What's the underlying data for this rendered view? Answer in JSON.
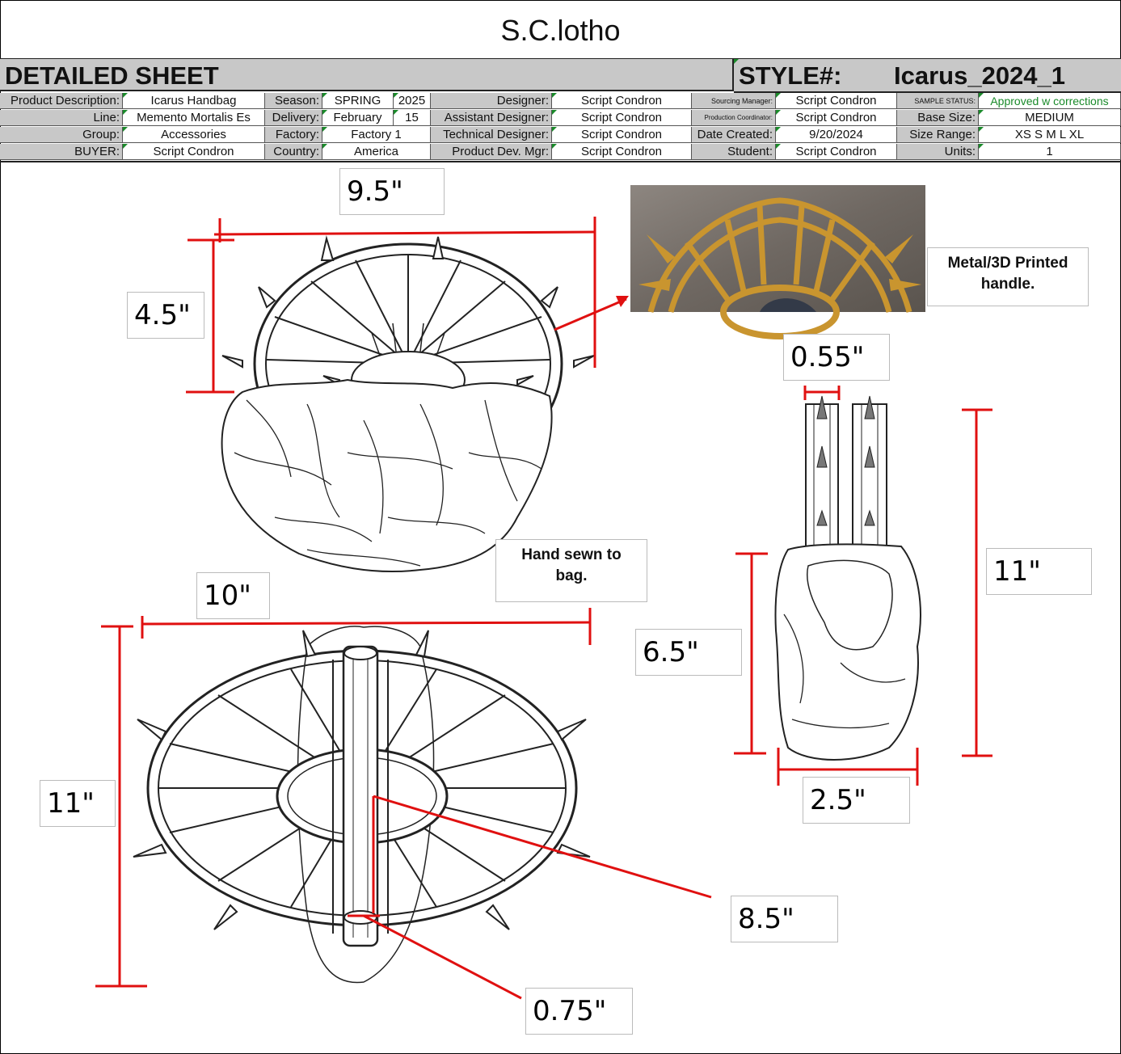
{
  "brand": "S.C.lotho",
  "sheet_title": "DETAILED SHEET",
  "style_label": "STYLE#:",
  "style_value": "Icarus_2024_1",
  "fields": {
    "product_description_label": "Product Description:",
    "product_description": "Icarus Handbag",
    "season_label": "Season:",
    "season": "SPRING",
    "season_year": "2025",
    "designer_label": "Designer:",
    "designer": "Script Condron",
    "sourcing_manager_label": "Sourcing Manager:",
    "sourcing_manager": "Script Condron",
    "sample_status_label": "SAMPLE STATUS:",
    "sample_status": "Approved w corrections",
    "line_label": "Line:",
    "line": "Memento Mortalis Es",
    "delivery_label": "Delivery:",
    "delivery": "February",
    "delivery_day": "15",
    "assistant_designer_label": "Assistant Designer:",
    "assistant_designer": "Script Condron",
    "production_coordinator_label": "Production Coordinator:",
    "production_coordinator": "Script Condron",
    "base_size_label": "Base Size:",
    "base_size": "MEDIUM",
    "group_label": "Group:",
    "group": "Accessories",
    "factory_label": "Factory:",
    "factory": "Factory 1",
    "technical_designer_label": "Technical Designer:",
    "technical_designer": "Script Condron",
    "date_created_label": "Date Created:",
    "date_created": "9/20/2024",
    "size_range_label": "Size Range:",
    "size_range": "XS S M L XL",
    "buyer_label": "BUYER:",
    "buyer": "Script Condron",
    "country_label": "Country:",
    "country": "America",
    "product_dev_mgr_label": "Product Dev. Mgr:",
    "product_dev_mgr": "Script Condron",
    "student_label": "Student:",
    "student": "Script Condron",
    "units_label": "Units:",
    "units": "1"
  },
  "measurements": {
    "top_width": "9.5\"",
    "top_height": "4.5\"",
    "handle_strap_width": "0.55\"",
    "side_total_height": "11\"",
    "side_body_height": "6.5\"",
    "side_depth": "2.5\"",
    "bottom_width": "10\"",
    "bottom_height": "11\"",
    "handle_length": "8.5\"",
    "handle_diameter": "0.75\""
  },
  "notes": {
    "handle_material": "Metal/3D Printed handle.",
    "hand_sewn": "Hand sewn to bag."
  },
  "colors": {
    "header_gray": "#c8c8c8",
    "dimension_red": "#e01010",
    "status_green": "#1a8a2a",
    "handle_gold": "#c9952f"
  }
}
